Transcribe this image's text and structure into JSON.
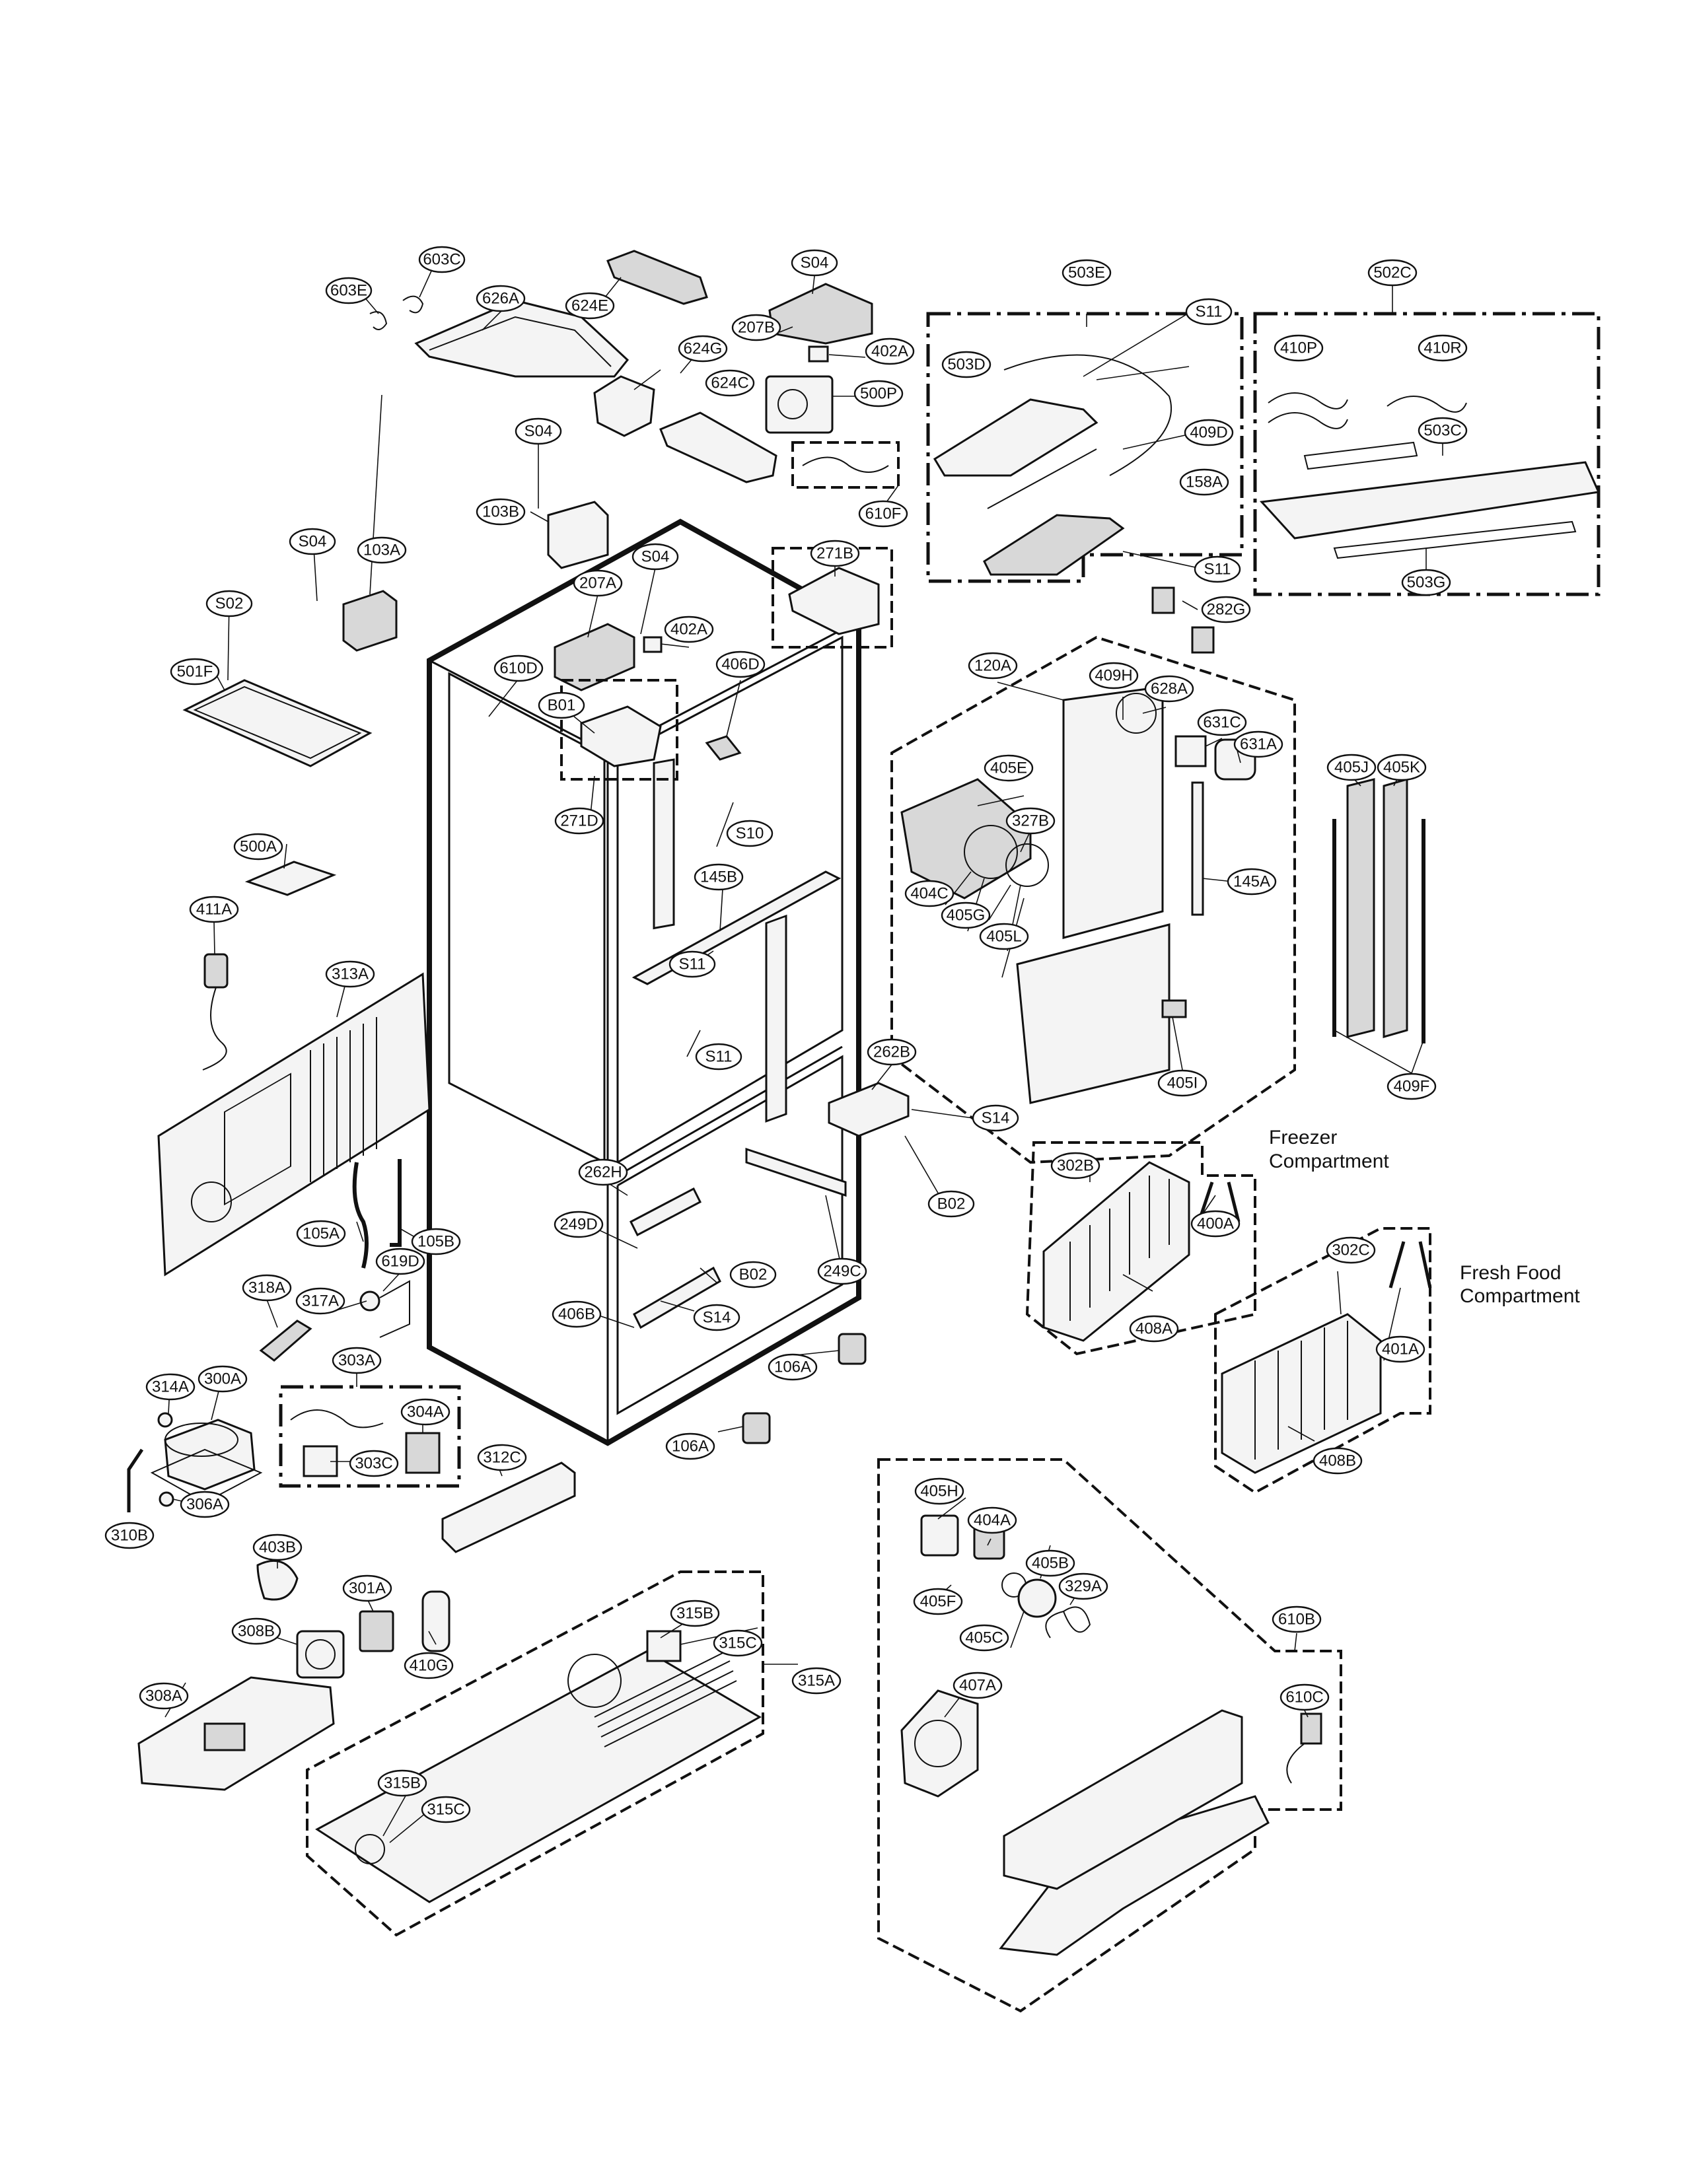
{
  "callouts": [
    "603C",
    "603E",
    "626A",
    "624E",
    "S04",
    "207B",
    "402A",
    "500P",
    "503E",
    "502C",
    "624G",
    "624C",
    "410P",
    "410R",
    "503D",
    "S11",
    "409D",
    "503C",
    "610F",
    "S04",
    "103B",
    "271B",
    "158A",
    "S11",
    "503G",
    "S04",
    "103A",
    "S04",
    "207A",
    "282G",
    "S02",
    "402A",
    "406D",
    "610D",
    "501F",
    "B01",
    "120A",
    "409H",
    "628A",
    "631C",
    "631A",
    "405J",
    "405K",
    "405E",
    "327B",
    "271D",
    "S10",
    "500A",
    "145B",
    "404C",
    "405G",
    "405L",
    "145A",
    "411A",
    "S11",
    "313A",
    "S11",
    "405I",
    "262B",
    "409F",
    "S14",
    "B02",
    "262H",
    "302B",
    "400A",
    "249D",
    "105A",
    "105B",
    "B02",
    "249C",
    "302C",
    "318A",
    "317A",
    "619D",
    "S14",
    "406B",
    "408A",
    "401A",
    "106A",
    "303A",
    "314A",
    "300A",
    "304A",
    "303C",
    "106A",
    "408B",
    "312C",
    "310B",
    "306A",
    "403B",
    "405H",
    "404A",
    "405B",
    "329A",
    "301A",
    "405F",
    "405C",
    "308B",
    "410G",
    "315B",
    "315C",
    "315A",
    "610B",
    "308A",
    "407A",
    "610C",
    "315B",
    "315C"
  ],
  "section_labels": {
    "freezer": [
      "Freezer",
      "Compartment"
    ],
    "fresh_food": [
      "Fresh Food",
      "Compartment"
    ]
  }
}
